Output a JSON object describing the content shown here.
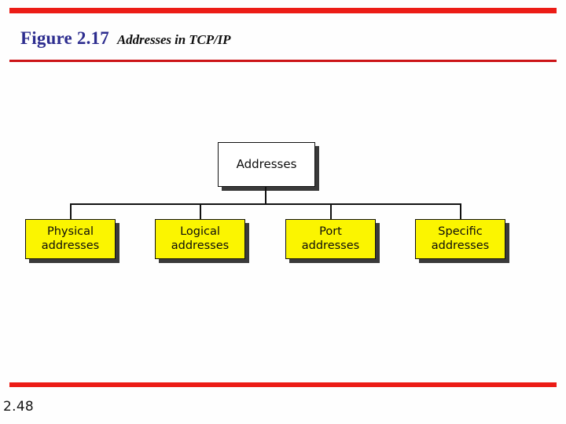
{
  "slide": {
    "figure_label": "Figure 2.17",
    "figure_caption": "Addresses in TCP/IP",
    "page_number": "2.48",
    "colors": {
      "rule_red": "#ec1c16",
      "rule_red_thin": "#cc1417",
      "figure_label_blue": "#2d2d8f",
      "leaf_yellow": "#fbf500",
      "root_white": "#ffffff",
      "outline_black": "#111111",
      "shadow_gray": "#3a3a3a",
      "background": "#fefefe"
    }
  },
  "diagram": {
    "type": "tree",
    "root": {
      "id": "addresses",
      "label": "Addresses",
      "fill": "#ffffff"
    },
    "children": [
      {
        "id": "physical-addresses",
        "line1": "Physical",
        "line2": "addresses",
        "fill": "#fbf500"
      },
      {
        "id": "logical-addresses",
        "line1": "Logical",
        "line2": "addresses",
        "fill": "#fbf500"
      },
      {
        "id": "port-addresses",
        "line1": "Port",
        "line2": "addresses",
        "fill": "#fbf500"
      },
      {
        "id": "specific-addresses",
        "line1": "Specific",
        "line2": "addresses",
        "fill": "#fbf500"
      }
    ]
  }
}
